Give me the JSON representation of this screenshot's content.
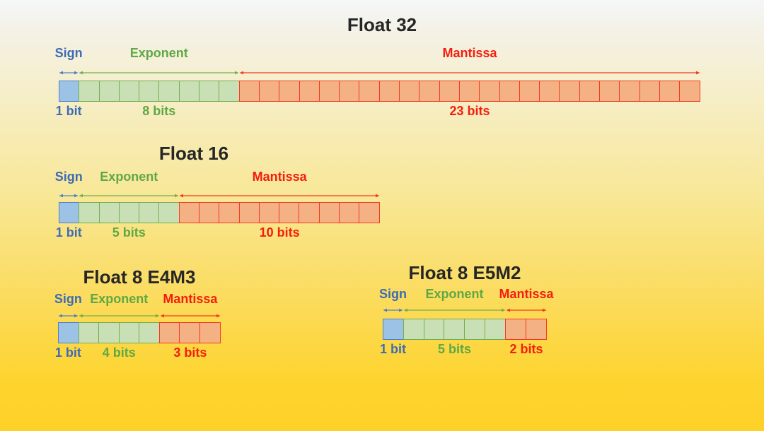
{
  "slide": {
    "background_top_color": "#f5f6f8",
    "background_bottom_color": "#fed127"
  },
  "colors": {
    "title_text": "#262626",
    "sign_fill": "#9cc3e5",
    "sign_border": "#4f81c7",
    "sign_text": "#3f6bb5",
    "exponent_fill": "#c9e0b6",
    "exponent_border": "#74ad4d",
    "exponent_text": "#5fa845",
    "mantissa_fill": "#f4b183",
    "mantissa_border": "#f43a22",
    "mantissa_text": "#f51d0d"
  },
  "formats": [
    {
      "key": "float32",
      "title": "Float 32",
      "fields": [
        {
          "role": "sign",
          "label": "Sign",
          "bits": 1,
          "bits_label": "1 bit"
        },
        {
          "role": "exponent",
          "label": "Exponent",
          "bits": 8,
          "bits_label": "8 bits"
        },
        {
          "role": "mantissa",
          "label": "Mantissa",
          "bits": 23,
          "bits_label": "23 bits"
        }
      ]
    },
    {
      "key": "float16",
      "title": "Float 16",
      "fields": [
        {
          "role": "sign",
          "label": "Sign",
          "bits": 1,
          "bits_label": "1 bit"
        },
        {
          "role": "exponent",
          "label": "Exponent",
          "bits": 5,
          "bits_label": "5 bits"
        },
        {
          "role": "mantissa",
          "label": "Mantissa",
          "bits": 10,
          "bits_label": "10 bits"
        }
      ]
    },
    {
      "key": "float8_e4m3",
      "title": "Float 8 E4M3",
      "fields": [
        {
          "role": "sign",
          "label": "Sign",
          "bits": 1,
          "bits_label": "1 bit"
        },
        {
          "role": "exponent",
          "label": "Exponent",
          "bits": 4,
          "bits_label": "4 bits"
        },
        {
          "role": "mantissa",
          "label": "Mantissa",
          "bits": 3,
          "bits_label": "3 bits"
        }
      ]
    },
    {
      "key": "float8_e5m2",
      "title": "Float 8 E5M2",
      "fields": [
        {
          "role": "sign",
          "label": "Sign",
          "bits": 1,
          "bits_label": "1 bit"
        },
        {
          "role": "exponent",
          "label": "Exponent",
          "bits": 5,
          "bits_label": "5 bits"
        },
        {
          "role": "mantissa",
          "label": "Mantissa",
          "bits": 2,
          "bits_label": "2 bits"
        }
      ]
    }
  ]
}
